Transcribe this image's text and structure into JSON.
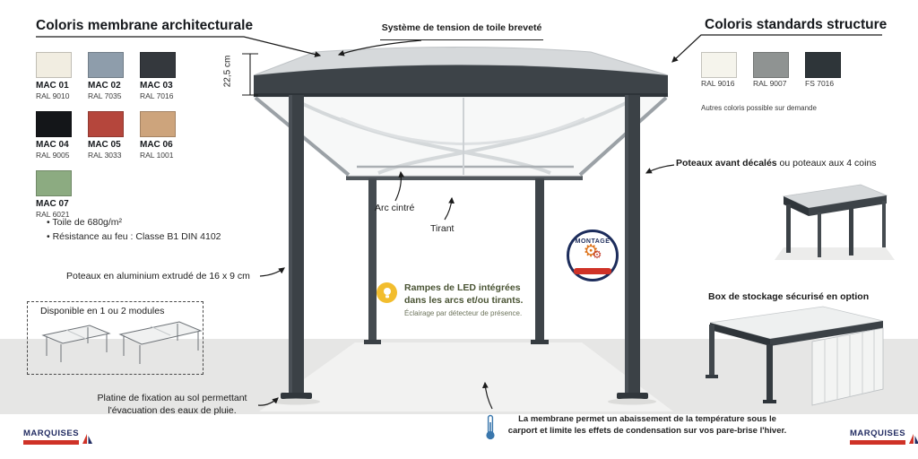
{
  "colors": {
    "accent_navy": "#1d2d5c",
    "accent_red": "#cf3227",
    "structure_dark": "#3d4348",
    "led_yellow": "#f2bd2e"
  },
  "membrane_colors": {
    "title": "Coloris membrane architecturale",
    "swatches": [
      {
        "code": "MAC 01",
        "ral": "RAL 9010",
        "hex": "#f1ede1"
      },
      {
        "code": "MAC 02",
        "ral": "RAL 7035",
        "hex": "#8e9dab"
      },
      {
        "code": "MAC 03",
        "ral": "RAL 7016",
        "hex": "#34383d"
      },
      {
        "code": "MAC 04",
        "ral": "RAL 9005",
        "hex": "#141619"
      },
      {
        "code": "MAC 05",
        "ral": "RAL 3033",
        "hex": "#b5463c"
      },
      {
        "code": "MAC 06",
        "ral": "RAL 1001",
        "hex": "#cda47c"
      },
      {
        "code": "MAC 07",
        "ral": "RAL 6021",
        "hex": "#8cab81"
      }
    ],
    "notes": [
      "• Toile de 680g/m²",
      "• Résistance au feu : Classe B1 DIN 4102"
    ]
  },
  "structure_colors": {
    "title": "Coloris standards structure",
    "swatches": [
      {
        "code": "RAL 9016",
        "hex": "#f5f4ec"
      },
      {
        "code": "RAL 9007",
        "hex": "#8f9392"
      },
      {
        "code": "FS 7016",
        "hex": "#2e3539"
      }
    ],
    "note": "Autres coloris possible sur demande"
  },
  "annotations": {
    "tension": "Système de tension de toile breveté",
    "height": "22,5 cm",
    "arc": "Arc cintré",
    "tirant": "Tirant",
    "poteaux_alu": "Poteaux en aluminium extrudé de 16 x 9 cm",
    "modules": "Disponible en 1 ou 2 modules",
    "platine": "Platine de fixation au sol permettant l'évacuation des eaux de pluie.",
    "poteaux_avant_bold": "Poteaux avant décalés",
    "poteaux_avant_rest": " ou poteaux aux 4 coins",
    "box": "Box de stockage sécurisé en option",
    "led_main": "Rampes de LED intégrées dans les arcs et/ou tirants.",
    "led_sub": "Éclairage par détecteur de présence.",
    "membrane_note": "La membrane permet un abaissement de la température sous le carport et limite les effets de condensation sur vos pare-brise l'hiver.",
    "badge": "MONTAGE"
  },
  "brand": {
    "name": "MARQUISES"
  }
}
